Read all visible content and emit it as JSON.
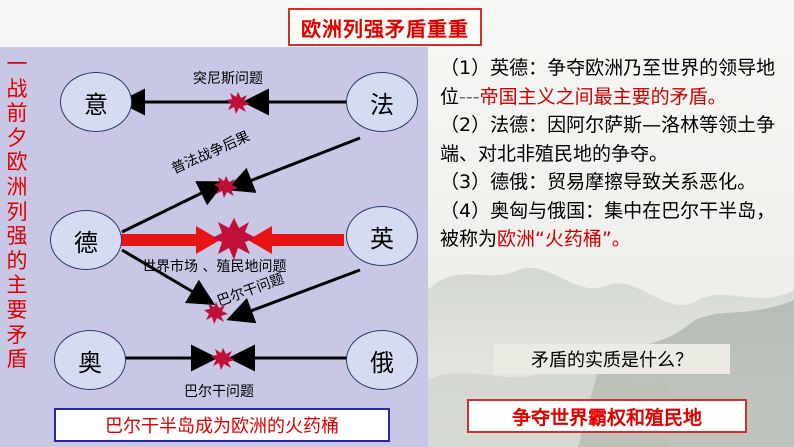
{
  "title": "欧洲列强矛盾重重",
  "side_title": [
    "一",
    "战",
    "前",
    "夕",
    "欧",
    "洲",
    "列",
    "强",
    "的",
    "主",
    "要",
    "矛",
    "盾"
  ],
  "nodes": {
    "yi": "意",
    "fa": "法",
    "de": "德",
    "ying": "英",
    "ao": "奥",
    "e": "俄"
  },
  "edge_labels": {
    "tunisia": "突尼斯问题",
    "franco_prussian": "普法战争后果",
    "world_market": "世界市场 、殖民地问题",
    "balkan_1": "巴尔干问题",
    "balkan_2": "巴尔干问题"
  },
  "bottom_banner": "巴尔干半岛成为欧洲的火药桶",
  "points": {
    "p1_a": "（1）英德：争夺欧洲乃至世界的领导地位",
    "p1_dash": "---",
    "p1_b": "帝国主义之间最主要的矛盾。",
    "p2": "（2）法德：因阿尔萨斯—洛林等领土争端、对北非殖民地的争夺。",
    "p3": "（3）德俄：贸易摩擦导致关系恶化。",
    "p4_a": "（4）奥匈与俄国：集中在巴尔干半岛，被称为",
    "p4_b": "欧洲“火药桶”。"
  },
  "question": "矛盾的实质是什么？",
  "answer": "争夺世界霸权和殖民地",
  "colors": {
    "accent_red": "#e00000",
    "panel": "#c8c8e6",
    "node_fill": "#d5dcf2",
    "explosion": "#c0103a"
  }
}
